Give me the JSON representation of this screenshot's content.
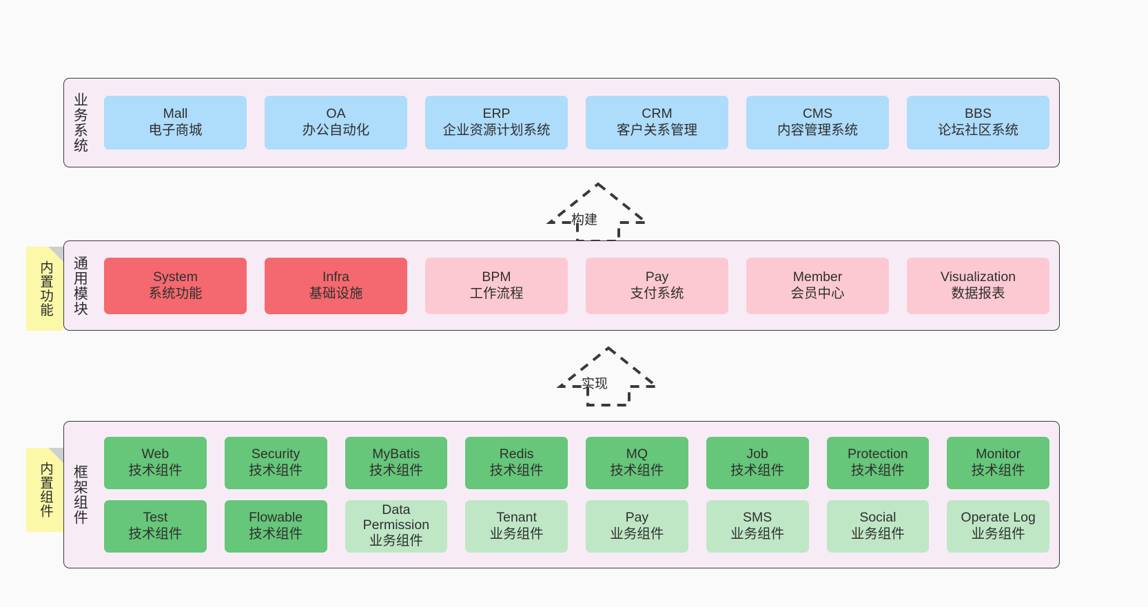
{
  "layers": [
    {
      "id": "business-systems",
      "title": "业务系统",
      "rows": [
        {
          "cards": [
            {
              "en": "Mall",
              "cn": "电子商城",
              "color": "blue"
            },
            {
              "en": "OA",
              "cn": "办公自动化",
              "color": "blue"
            },
            {
              "en": "ERP",
              "cn": "企业资源计划系统",
              "color": "blue"
            },
            {
              "en": "CRM",
              "cn": "客户关系管理",
              "color": "blue"
            },
            {
              "en": "CMS",
              "cn": "内容管理系统",
              "color": "blue"
            },
            {
              "en": "BBS",
              "cn": "论坛社区系统",
              "color": "blue"
            }
          ]
        }
      ]
    },
    {
      "id": "common-modules",
      "title": "通用模块",
      "note": "内置功能",
      "rows": [
        {
          "cards": [
            {
              "en": "System",
              "cn": "系统功能",
              "color": "red"
            },
            {
              "en": "Infra",
              "cn": "基础设施",
              "color": "red"
            },
            {
              "en": "BPM",
              "cn": "工作流程",
              "color": "pink"
            },
            {
              "en": "Pay",
              "cn": "支付系统",
              "color": "pink"
            },
            {
              "en": "Member",
              "cn": "会员中心",
              "color": "pink"
            },
            {
              "en": "Visualization",
              "cn": "数据报表",
              "color": "pink"
            }
          ]
        }
      ]
    },
    {
      "id": "framework-components",
      "title": "框架组件",
      "note": "内置组件",
      "rows": [
        {
          "cards": [
            {
              "en": "Web",
              "cn": "技术组件",
              "color": "green"
            },
            {
              "en": "Security",
              "cn": "技术组件",
              "color": "green"
            },
            {
              "en": "MyBatis",
              "cn": "技术组件",
              "color": "green"
            },
            {
              "en": "Redis",
              "cn": "技术组件",
              "color": "green"
            },
            {
              "en": "MQ",
              "cn": "技术组件",
              "color": "green"
            },
            {
              "en": "Job",
              "cn": "技术组件",
              "color": "green"
            },
            {
              "en": "Protection",
              "cn": "技术组件",
              "color": "green"
            },
            {
              "en": "Monitor",
              "cn": "技术组件",
              "color": "green"
            }
          ]
        },
        {
          "cards": [
            {
              "en": "Test",
              "cn": "技术组件",
              "color": "green"
            },
            {
              "en": "Flowable",
              "cn": "技术组件",
              "color": "green"
            },
            {
              "en": "Data Permission",
              "cn": "业务组件",
              "color": "lightgreen"
            },
            {
              "en": "Tenant",
              "cn": "业务组件",
              "color": "lightgreen"
            },
            {
              "en": "Pay",
              "cn": "业务组件",
              "color": "lightgreen"
            },
            {
              "en": "SMS",
              "cn": "业务组件",
              "color": "lightgreen"
            },
            {
              "en": "Social",
              "cn": "业务组件",
              "color": "lightgreen"
            },
            {
              "en": "Operate Log",
              "cn": "业务组件",
              "color": "lightgreen"
            }
          ]
        }
      ]
    }
  ],
  "arrows": [
    {
      "id": "build",
      "label": "构建"
    },
    {
      "id": "implement",
      "label": "实现"
    }
  ],
  "colors": {
    "panel_background": "#f7ecf6",
    "panel_border": "#3a3a3a",
    "blue": "#aedcfb",
    "red": "#f4696f",
    "pink": "#fcc9d2",
    "green": "#66c679",
    "lightgreen": "#bfe7c6",
    "note_background": "#fbf8a8",
    "note_fold": "#cfcfcf",
    "canvas_background": "#fafafa",
    "text": "#2f2f2f"
  }
}
